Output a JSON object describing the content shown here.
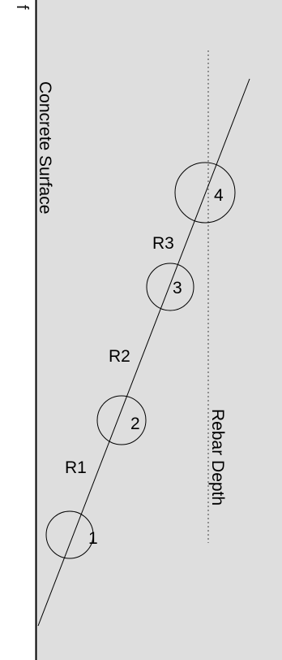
{
  "labels": {
    "concrete_surface": "Concrete Surface",
    "rebar_depth": "Rebar Depth",
    "segment_1": "R1",
    "segment_2": "R2",
    "segment_3": "R3"
  },
  "points": [
    "1",
    "2",
    "3",
    "4"
  ],
  "left_text_fragment": "f",
  "colors": {
    "concrete": "#dedede",
    "line": "#000000",
    "rebar_dotted": "#777777"
  }
}
